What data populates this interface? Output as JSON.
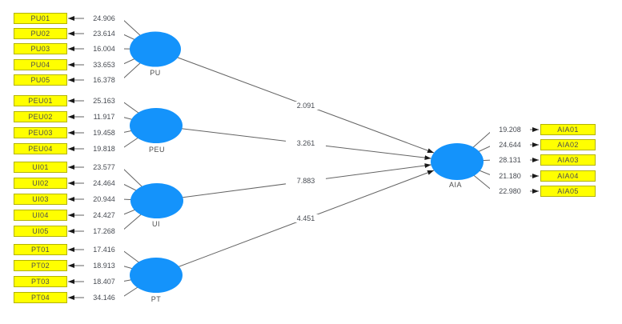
{
  "colors": {
    "background": "#ffffff",
    "indicator_fill": "#ffff00",
    "indicator_border": "#b3b300",
    "construct_fill": "#1493fb",
    "line": "#636363",
    "arrowhead": "#1a1a1a",
    "text": "#4d4d4d"
  },
  "constructs": {
    "pu": {
      "label": "PU"
    },
    "peu": {
      "label": "PEU"
    },
    "ui": {
      "label": "UI"
    },
    "pt": {
      "label": "PT"
    },
    "aia": {
      "label": "AIA"
    }
  },
  "indicators": {
    "pu": [
      {
        "label": "PU01",
        "value": "24.906"
      },
      {
        "label": "PU02",
        "value": "23.614"
      },
      {
        "label": "PU03",
        "value": "16.004"
      },
      {
        "label": "PU04",
        "value": "33.653"
      },
      {
        "label": "PU05",
        "value": "16.378"
      }
    ],
    "peu": [
      {
        "label": "PEU01",
        "value": "25.163"
      },
      {
        "label": "PEU02",
        "value": "11.917"
      },
      {
        "label": "PEU03",
        "value": "19.458"
      },
      {
        "label": "PEU04",
        "value": "19.818"
      }
    ],
    "ui": [
      {
        "label": "UI01",
        "value": "23.577"
      },
      {
        "label": "UI02",
        "value": "24.464"
      },
      {
        "label": "UI03",
        "value": "20.944"
      },
      {
        "label": "UI04",
        "value": "24.427"
      },
      {
        "label": "UI05",
        "value": "17.268"
      }
    ],
    "pt": [
      {
        "label": "PT01",
        "value": "17.416"
      },
      {
        "label": "PT02",
        "value": "18.913"
      },
      {
        "label": "PT03",
        "value": "18.407"
      },
      {
        "label": "PT04",
        "value": "34.146"
      }
    ],
    "aia": [
      {
        "label": "AIA01",
        "value": "19.208"
      },
      {
        "label": "AIA02",
        "value": "24.644"
      },
      {
        "label": "AIA03",
        "value": "28.131"
      },
      {
        "label": "AIA04",
        "value": "21.180"
      },
      {
        "label": "AIA05",
        "value": "22.980"
      }
    ]
  },
  "paths": [
    {
      "from": "PU",
      "to": "AIA",
      "value": "2.091"
    },
    {
      "from": "PEU",
      "to": "AIA",
      "value": "3.261"
    },
    {
      "from": "UI",
      "to": "AIA",
      "value": "7.883"
    },
    {
      "from": "PT",
      "to": "AIA",
      "value": "4.451"
    }
  ]
}
